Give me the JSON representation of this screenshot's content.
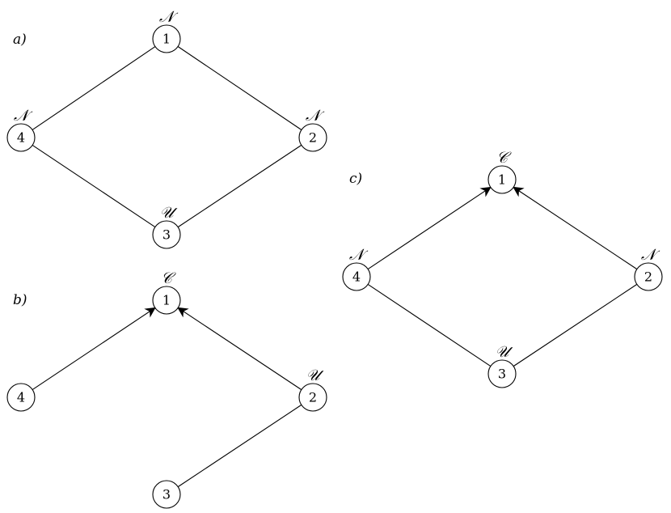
{
  "colors": {
    "stroke": "#000000",
    "background": "#ffffff"
  },
  "diagram": {
    "panels": [
      {
        "id": "a",
        "label": "a)",
        "nodes": [
          {
            "id": "1",
            "label": "1",
            "tag": "𝒩"
          },
          {
            "id": "2",
            "label": "2",
            "tag": "𝒩"
          },
          {
            "id": "3",
            "label": "3",
            "tag": "𝒰"
          },
          {
            "id": "4",
            "label": "4",
            "tag": "𝒩"
          }
        ],
        "edges": [
          {
            "from": "4",
            "to": "1",
            "directed": false
          },
          {
            "from": "1",
            "to": "2",
            "directed": false
          },
          {
            "from": "2",
            "to": "3",
            "directed": false
          },
          {
            "from": "3",
            "to": "4",
            "directed": false
          }
        ]
      },
      {
        "id": "b",
        "label": "b)",
        "nodes": [
          {
            "id": "1",
            "label": "1",
            "tag": "𝒞"
          },
          {
            "id": "2",
            "label": "2",
            "tag": "𝒰"
          },
          {
            "id": "3",
            "label": "3",
            "tag": ""
          },
          {
            "id": "4",
            "label": "4",
            "tag": ""
          }
        ],
        "edges": [
          {
            "from": "4",
            "to": "1",
            "directed": true
          },
          {
            "from": "2",
            "to": "1",
            "directed": true
          },
          {
            "from": "2",
            "to": "3",
            "directed": false
          }
        ]
      },
      {
        "id": "c",
        "label": "c)",
        "nodes": [
          {
            "id": "1",
            "label": "1",
            "tag": "𝒞"
          },
          {
            "id": "2",
            "label": "2",
            "tag": "𝒩"
          },
          {
            "id": "3",
            "label": "3",
            "tag": "𝒰"
          },
          {
            "id": "4",
            "label": "4",
            "tag": "𝒩"
          }
        ],
        "edges": [
          {
            "from": "4",
            "to": "1",
            "directed": true
          },
          {
            "from": "2",
            "to": "1",
            "directed": true
          },
          {
            "from": "2",
            "to": "3",
            "directed": false
          },
          {
            "from": "3",
            "to": "4",
            "directed": false
          }
        ]
      }
    ]
  }
}
